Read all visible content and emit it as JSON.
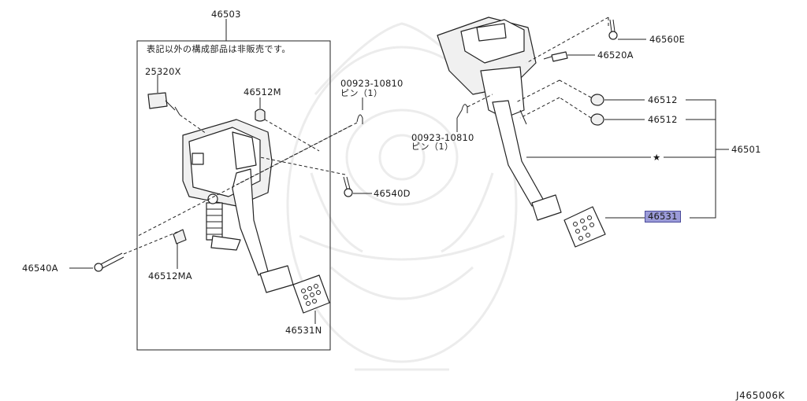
{
  "note_jp": "表記以外の構成部品は非販売です。",
  "labels": {
    "assy_left": "46503",
    "switch": "25320X",
    "bushing_m": "46512M",
    "pin_left_code": "00923-10810",
    "pin_left_desc": "ピン（1）",
    "bolt_d": "46540D",
    "bolt_a": "46540A",
    "bushing_ma": "46512MA",
    "pad_n": "46531N",
    "bolt_e": "46560E",
    "bolt_520a": "46520A",
    "bushing_1": "46512",
    "bushing_2": "46512",
    "pin_right_code": "00923-10810",
    "pin_right_desc": "ピン（1）",
    "star": "★",
    "assy_right": "46501",
    "pad_selected": "46531"
  },
  "diagram_code": "J465006K",
  "colors": {
    "highlight": "#9b9bd8",
    "line": "#222222",
    "watermark": "#ececec"
  }
}
